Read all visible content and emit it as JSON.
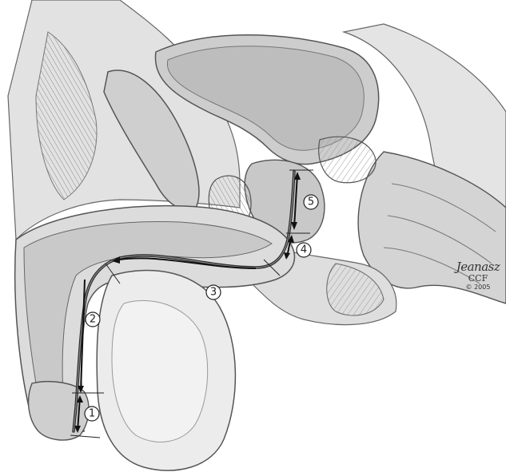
{
  "labels": [
    {
      "id": "1",
      "text": "1"
    },
    {
      "id": "2",
      "text": "2"
    },
    {
      "id": "3",
      "text": "3"
    },
    {
      "id": "4",
      "text": "4"
    },
    {
      "id": "5",
      "text": "5"
    }
  ],
  "credit": {
    "signature": "Jeanasz",
    "organization": "CCF",
    "copyright": "© 2005"
  },
  "colors": {
    "tissue": "#d8d8d8",
    "tissue_light": "#ebebeb",
    "outline": "#555555",
    "urethra": "#2a2a2a",
    "background": "#ffffff"
  }
}
